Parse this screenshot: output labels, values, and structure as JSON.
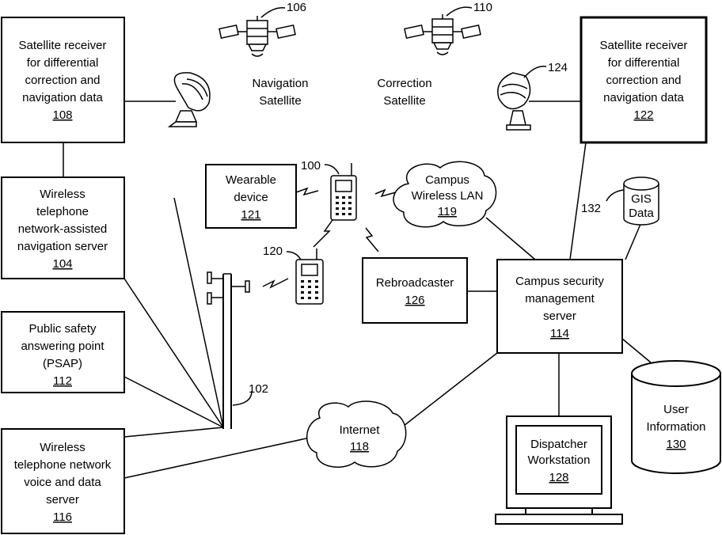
{
  "boxes": {
    "sat_recv_left": {
      "lines": [
        "Satellite receiver",
        "for differential",
        "correction and",
        "navigation data"
      ],
      "ref": "108"
    },
    "sat_recv_right": {
      "lines": [
        "Satellite receiver",
        "for differential",
        "correction and",
        "navigation data"
      ],
      "ref": "122"
    },
    "nav_server": {
      "lines": [
        "Wireless",
        "telephone",
        "network-assisted",
        "navigation server"
      ],
      "ref": "104"
    },
    "psap": {
      "lines": [
        "Public safety",
        "answering point",
        "(PSAP)"
      ],
      "ref": "112"
    },
    "voice_server": {
      "lines": [
        "Wireless",
        "telephone network",
        "voice and data",
        "server"
      ],
      "ref": "116"
    },
    "wearable": {
      "lines": [
        "Wearable",
        "device"
      ],
      "ref": "121"
    },
    "rebroadcaster": {
      "lines": [
        "Rebroadcaster"
      ],
      "ref": "126"
    },
    "security_server": {
      "lines": [
        "Campus security",
        "management",
        "server"
      ],
      "ref": "114"
    },
    "dispatcher": {
      "lines": [
        "Dispatcher",
        "Workstation"
      ],
      "ref": "128"
    }
  },
  "clouds": {
    "wlan": {
      "lines": [
        "Campus",
        "Wireless LAN"
      ],
      "ref": "119"
    },
    "internet": {
      "lines": [
        "Internet"
      ],
      "ref": "118"
    }
  },
  "databases": {
    "gis": {
      "lines": [
        "GIS",
        "Data"
      ]
    },
    "user_info": {
      "lines": [
        "User",
        "Information"
      ],
      "ref": "130"
    }
  },
  "satellites": {
    "navigation": {
      "lines": [
        "Navigation",
        "Satellite"
      ],
      "ref": "106"
    },
    "correction": {
      "lines": [
        "Correction",
        "Satellite"
      ],
      "ref": "110"
    }
  },
  "refs": {
    "dish_right": "124",
    "phone_main": "100",
    "phone_second": "120",
    "tower": "102",
    "gis": "132"
  }
}
